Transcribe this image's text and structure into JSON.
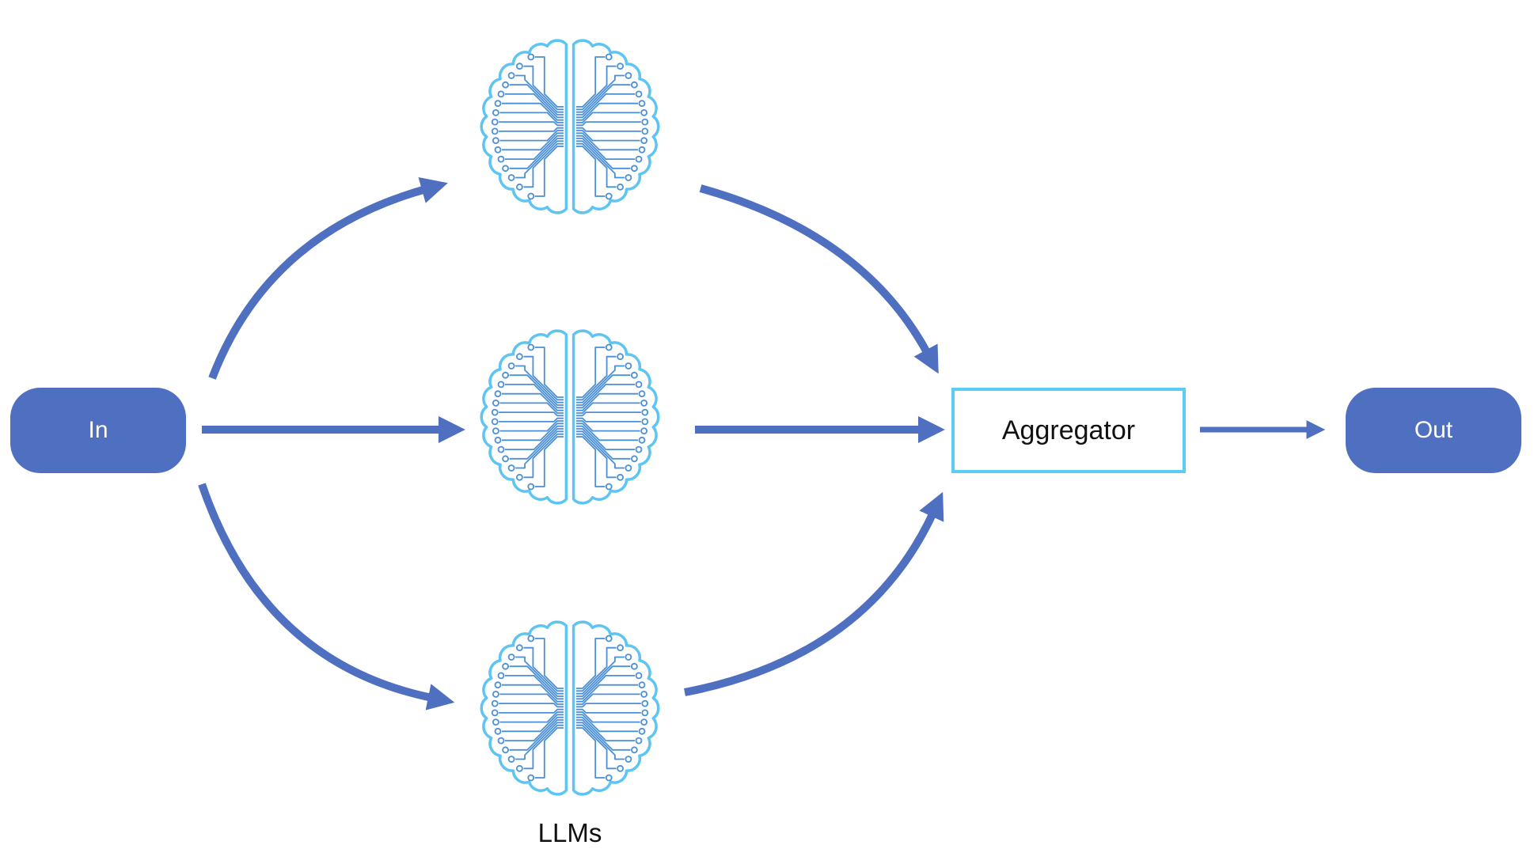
{
  "diagram": {
    "nodes": {
      "in": {
        "label": "In"
      },
      "aggregator": {
        "label": "Aggregator"
      },
      "out": {
        "label": "Out"
      }
    },
    "caption": {
      "llms": "LLMs"
    },
    "llm_icons": {
      "icon": "circuit-brain-icon",
      "count": 3
    },
    "edges": [
      {
        "from": "In",
        "to": "LLM 1"
      },
      {
        "from": "In",
        "to": "LLM 2"
      },
      {
        "from": "In",
        "to": "LLM 3"
      },
      {
        "from": "LLM 1",
        "to": "Aggregator"
      },
      {
        "from": "LLM 2",
        "to": "Aggregator"
      },
      {
        "from": "LLM 3",
        "to": "Aggregator"
      },
      {
        "from": "Aggregator",
        "to": "Out"
      }
    ],
    "colors": {
      "arrow": "#4f6fc0",
      "node_fill": "#4f6fc0",
      "node_text": "#ffffff",
      "aggregator_border": "#5acdf2",
      "aggregator_fill": "#ffffff",
      "brain_outline": "#5ec4f2",
      "brain_trace": "#4a8fd8",
      "background": "#ffffff",
      "text": "#111111"
    }
  }
}
